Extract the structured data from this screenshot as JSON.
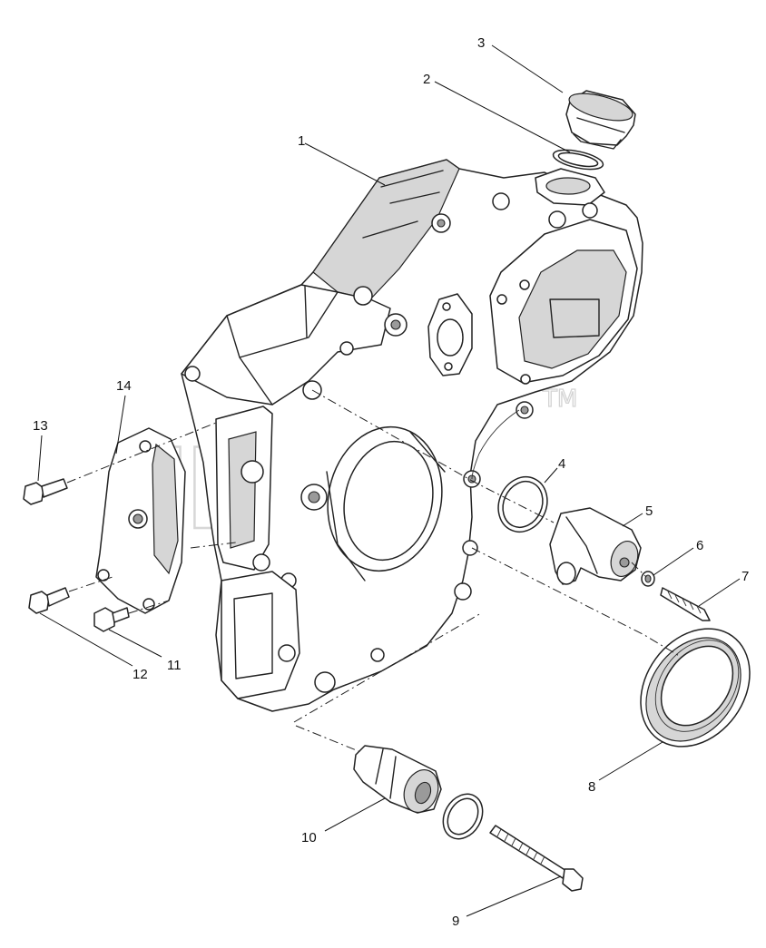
{
  "watermark": {
    "text": "ilcats",
    "trademark": "TM"
  },
  "callouts": [
    {
      "id": "1",
      "label": "1"
    },
    {
      "id": "2",
      "label": "2"
    },
    {
      "id": "3",
      "label": "3"
    },
    {
      "id": "4",
      "label": "4"
    },
    {
      "id": "5",
      "label": "5"
    },
    {
      "id": "6",
      "label": "6"
    },
    {
      "id": "7",
      "label": "7"
    },
    {
      "id": "8",
      "label": "8"
    },
    {
      "id": "9",
      "label": "9"
    },
    {
      "id": "10",
      "label": "10"
    },
    {
      "id": "11",
      "label": "11"
    },
    {
      "id": "12",
      "label": "12"
    },
    {
      "id": "13",
      "label": "13"
    },
    {
      "id": "14",
      "label": "14"
    }
  ]
}
